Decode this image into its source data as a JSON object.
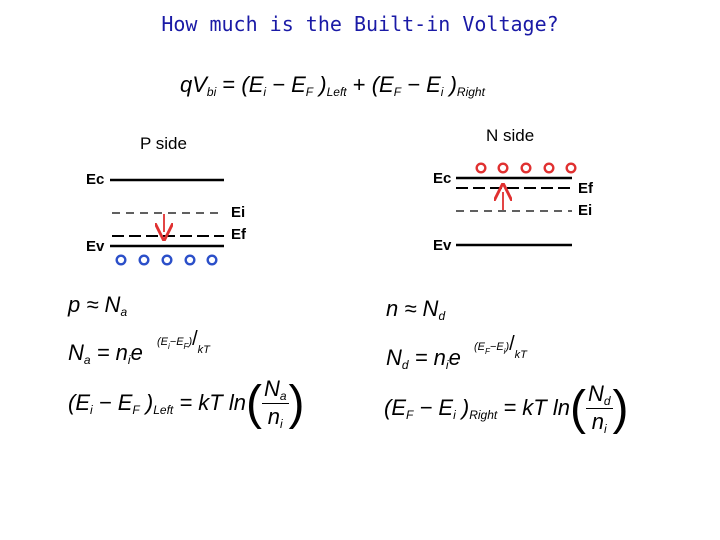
{
  "title": "How much is the Built-in Voltage?",
  "main_equation": {
    "lhs": "qV",
    "lhs_sub": "bi",
    "eq": "=",
    "term1": "(E",
    "term1_sub_i": "i",
    "term1_mid": " − E",
    "term1_sub_F": "F",
    "term1_close": " )",
    "term1_label": "Left",
    "plus": " + ",
    "term2": "(E",
    "term2_sub_F": "F",
    "term2_mid": " − E",
    "term2_sub_i": "i",
    "term2_close": " )",
    "term2_label": "Right"
  },
  "p_side": {
    "label": "P side",
    "bands": {
      "ec": "Ec",
      "ei": "Ei",
      "ev": "Ev",
      "ef": "Ef"
    },
    "eq1": {
      "lhs": "p",
      "rel": " ≈ N",
      "sub": "a"
    },
    "eq2": {
      "lhs": "N",
      "lhs_sub": "a",
      "mid": " = n",
      "mid_sub": "i",
      "e": "e",
      "exp": "(E",
      "exp_sub1": "i",
      "exp_mid": "−E",
      "exp_sub2": "F",
      "exp_close": ")",
      "div": "/",
      "kt": "kT"
    },
    "eq3": {
      "open": "(E",
      "s1": "i",
      "mid": " − E",
      "s2": "F",
      "close": " )",
      "label": "Left",
      "rhs": " = kT ln",
      "num": "N",
      "num_sub": "a",
      "den": "n",
      "den_sub": "i"
    }
  },
  "n_side": {
    "label": "N side",
    "bands": {
      "ec": "Ec",
      "ef": "Ef",
      "ei": "Ei",
      "ev": "Ev"
    },
    "eq1": {
      "lhs": "n",
      "rel": " ≈ N",
      "sub": "d"
    },
    "eq2": {
      "lhs": "N",
      "lhs_sub": "d",
      "mid": " = n",
      "mid_sub": "i",
      "e": "e",
      "exp": "(E",
      "exp_sub1": "F",
      "exp_mid": "−E",
      "exp_sub2": "i",
      "exp_close": ")",
      "div": "/",
      "kt": "kT"
    },
    "eq3": {
      "open": "(E",
      "s1": "F",
      "mid": " − E",
      "s2": "i",
      "close": " )",
      "label": "Right",
      "rhs": " = kT ln",
      "num": "N",
      "num_sub": "d",
      "den": "n",
      "den_sub": "i"
    }
  },
  "colors": {
    "title": "#1a1aa6",
    "carrier": "#2b4fc9",
    "arrow": "#e03030",
    "line": "#000000"
  }
}
